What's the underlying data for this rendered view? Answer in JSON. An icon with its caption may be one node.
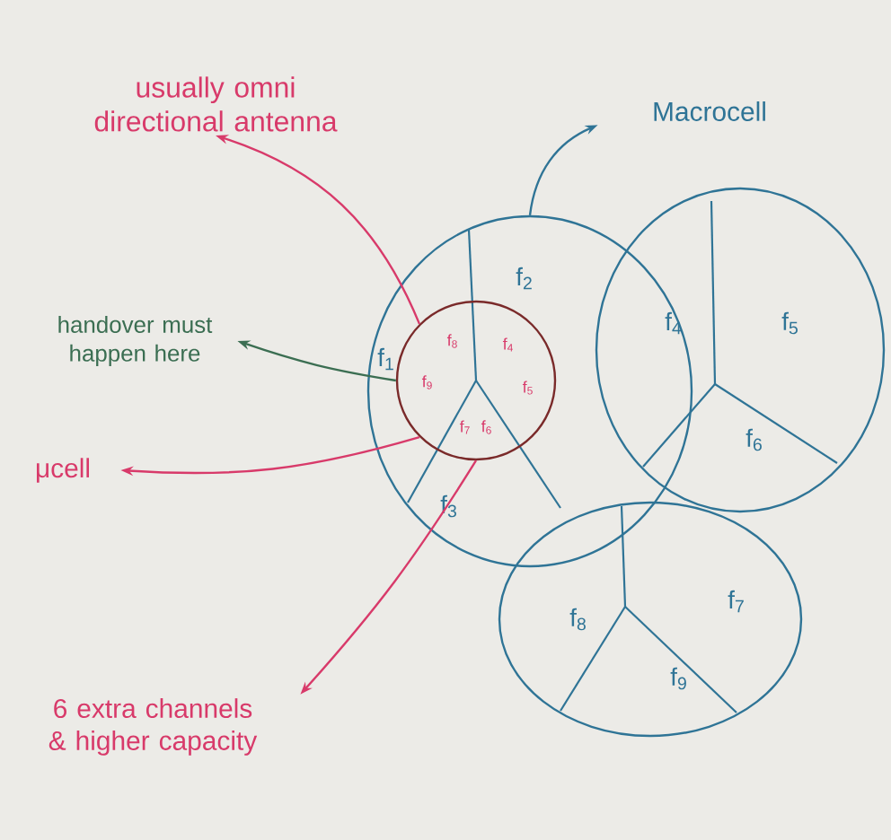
{
  "diagram": {
    "nodes": [
      {
        "text": [
          "usually omni directional antenna"
        ]
      },
      {
        "text": [
          "Macrocell"
        ]
      },
      {
        "text": [
          "f$_{1}$",
          "f$_{2}$",
          "f$_{3}$"
        ]
      },
      {
        "text": [
          "f$_{8}$",
          "f$_{4}$",
          "f$_{9}$",
          "f$_{5}$",
          "f$_{7}$",
          "f$_{6}$"
        ],
        "in": 2
      },
      {
        "text": [
          "f$_{4}$",
          "f$_{5}$",
          "f$_{6}$"
        ]
      },
      {
        "text": [
          "f$_{8}$",
          "f$_{7}$",
          "f$_{9}$"
        ]
      },
      {
        "text": [
          "handover must happen here"
        ]
      },
      {
        "text": [
          "μcell"
        ]
      },
      {
        "text": [
          "6 extra channels & higher capacity"
        ]
      }
    ],
    "edges": [
      {
        "from": 3,
        "to": 0,
        "arrow": "to"
      },
      {
        "from": 2,
        "to": 1,
        "arrow": "to",
        "color": "#2f7496"
      },
      {
        "from": 3,
        "to": 6,
        "arrow": "to",
        "color": "#3b6e52"
      },
      {
        "from": 3,
        "to": 7,
        "arrow": "to"
      },
      {
        "from": 3,
        "to": 8,
        "arrow": "to"
      }
    ]
  }
}
